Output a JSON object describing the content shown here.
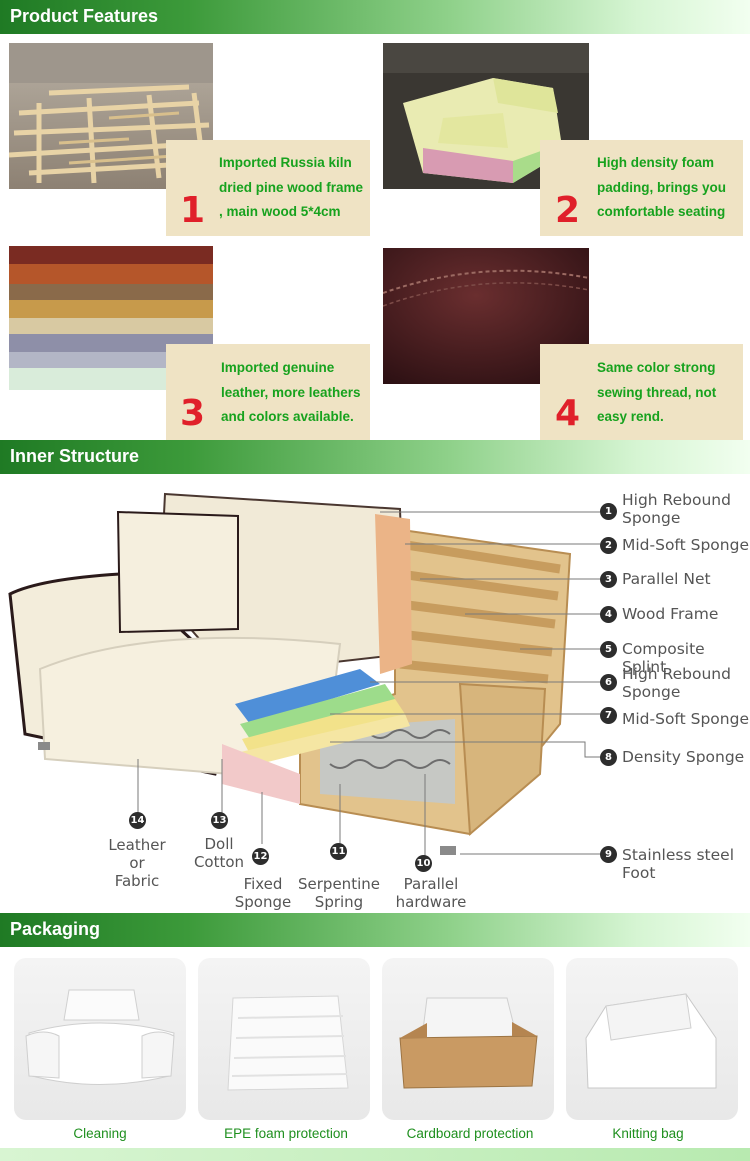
{
  "sections": {
    "features_title": "Product Features",
    "inner_title": "Inner Structure",
    "packaging_title": "Packaging"
  },
  "features": [
    {
      "number": "1",
      "lines": [
        "Imported Russia kiln",
        "dried pine wood frame",
        ", main wood 5*4cm"
      ]
    },
    {
      "number": "2",
      "lines": [
        "High density foam",
        "padding, brings you",
        "comfortable seating"
      ]
    },
    {
      "number": "3",
      "lines": [
        "Imported genuine",
        "leather, more leathers",
        "and colors available."
      ]
    },
    {
      "number": "4",
      "lines": [
        "Same color strong",
        "sewing thread, not",
        "easy rend."
      ]
    }
  ],
  "structure_labels": [
    {
      "n": "1",
      "lines": [
        "High Rebound",
        "Sponge"
      ]
    },
    {
      "n": "2",
      "lines": [
        "Mid-Soft Sponge"
      ]
    },
    {
      "n": "3",
      "lines": [
        "Parallel Net"
      ]
    },
    {
      "n": "4",
      "lines": [
        "Wood Frame"
      ]
    },
    {
      "n": "5",
      "lines": [
        "Composite Splint"
      ]
    },
    {
      "n": "6",
      "lines": [
        "High Rebound",
        "Sponge"
      ]
    },
    {
      "n": "7",
      "lines": [
        "Mid-Soft Sponge"
      ]
    },
    {
      "n": "8",
      "lines": [
        "Density Sponge"
      ]
    },
    {
      "n": "9",
      "lines": [
        "Stainless steel",
        "Foot"
      ]
    },
    {
      "n": "10",
      "lines": [
        "Parallel",
        "hardware"
      ]
    },
    {
      "n": "11",
      "lines": [
        "Serpentine",
        "Spring"
      ]
    },
    {
      "n": "12",
      "lines": [
        "Fixed",
        "Sponge"
      ]
    },
    {
      "n": "13",
      "lines": [
        "Doll",
        "Cotton"
      ]
    },
    {
      "n": "14",
      "lines": [
        "Leather",
        "or",
        "Fabric"
      ]
    }
  ],
  "packaging": [
    {
      "label": "Cleaning"
    },
    {
      "label": "EPE foam protection"
    },
    {
      "label": "Cardboard protection"
    },
    {
      "label": "Knitting bag"
    }
  ],
  "colors": {
    "section_bar": "#1f7a24",
    "feature_text": "#17a21e",
    "feature_number": "#e0202a",
    "feature_box": "#efe3c4",
    "pack_label": "#1e8f1e"
  }
}
